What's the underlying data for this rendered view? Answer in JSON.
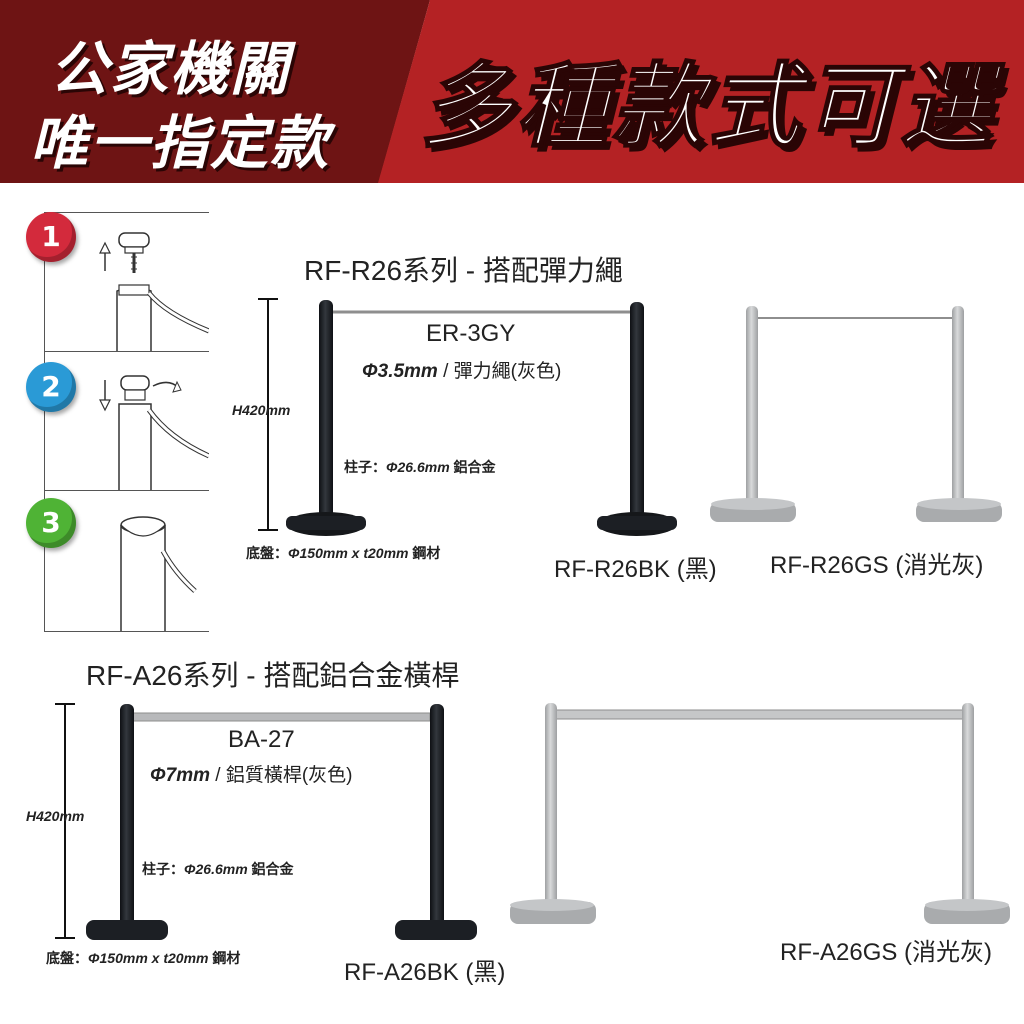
{
  "banner": {
    "left_line1": "公家機關",
    "left_line2": "唯一指定款",
    "right_text": "多種款式可選",
    "colors": {
      "left_bg": "#6e1414",
      "right_bg": "#b42224"
    }
  },
  "steps": [
    {
      "number": "1",
      "color": "#d32a3c",
      "icon": "cap-lift-icon"
    },
    {
      "number": "2",
      "color": "#2a9ad6",
      "icon": "cap-insert-icon"
    },
    {
      "number": "3",
      "color": "#4fb335",
      "icon": "cap-installed-icon"
    }
  ],
  "r26": {
    "title": "RF-R26系列 - 搭配彈力繩",
    "rope_code": "ER-3GY",
    "rope_spec_size": "Φ3.5mm",
    "rope_spec_desc": " / 彈力繩(灰色)",
    "height": "H420mm",
    "post_label": "柱子：",
    "post_spec": "Φ26.6mm",
    "post_material": " 鋁合金",
    "base_label": "底盤：",
    "base_spec": "Φ150mm x t20mm",
    "base_material": " 鋼材",
    "model_black": "RF-R26BK (黑)",
    "model_grey": "RF-R26GS (消光灰)"
  },
  "a26": {
    "title": "RF-A26系列 - 搭配鋁合金橫桿",
    "bar_code": "BA-27",
    "bar_spec_size": "Φ7mm",
    "bar_spec_desc": " / 鋁質橫桿(灰色)",
    "height": "H420mm",
    "post_label": "柱子：",
    "post_spec": "Φ26.6mm",
    "post_material": " 鋁合金",
    "base_label": "底盤：",
    "base_spec": "Φ150mm x t20mm",
    "base_material": " 鋼材",
    "model_black": "RF-A26BK (黑)",
    "model_grey": "RF-A26GS (消光灰)"
  },
  "colors": {
    "black_post": "#1c1f24",
    "grey_post": "#b4b6b8",
    "rope": "#8e8e8e"
  }
}
